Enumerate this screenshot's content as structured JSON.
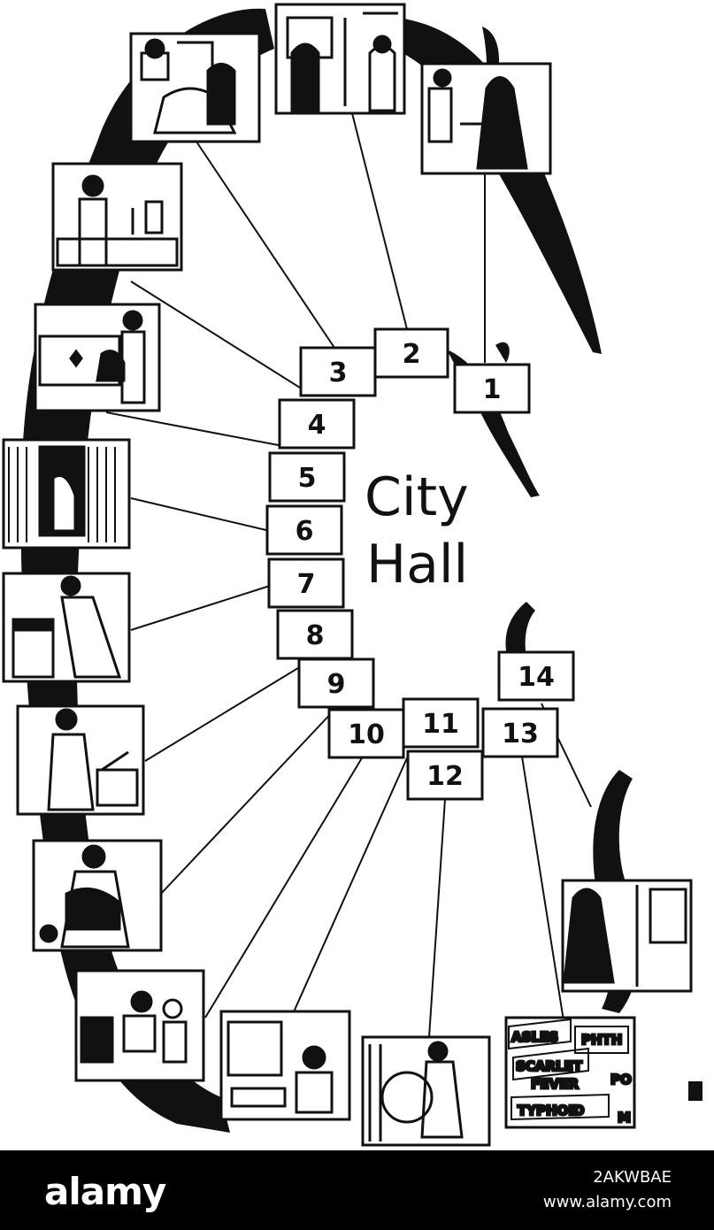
{
  "center_label": [
    "City",
    "Hall"
  ],
  "numbers": [
    "1",
    "2",
    "3",
    "4",
    "5",
    "6",
    "7",
    "8",
    "9",
    "10",
    "11",
    "12",
    "13",
    "14"
  ],
  "panel_text": {
    "disease_words": [
      "ASLES",
      "SCARLET",
      "FEVER",
      "TYPHOID",
      "PHTH",
      "PO",
      "M"
    ]
  },
  "watermark": {
    "brand": "alamy",
    "image_id": "2AKWBAE",
    "url": "www.alamy.com"
  },
  "colors": {
    "ink": "#111111",
    "paper": "#ffffff",
    "footer": "#000000"
  }
}
